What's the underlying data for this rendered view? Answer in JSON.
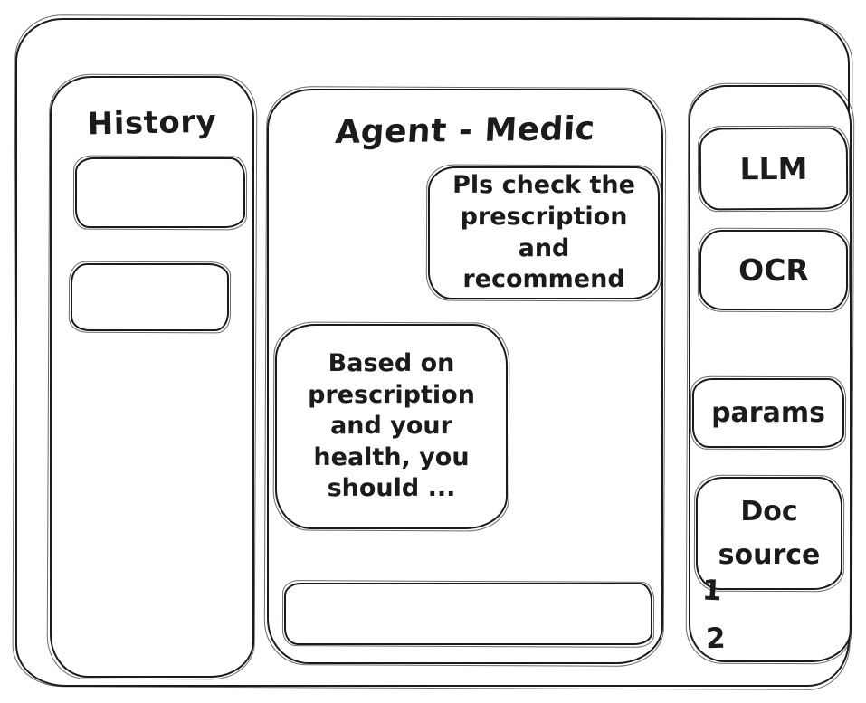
{
  "window": {
    "background": "#ffffff",
    "stroke_color": "#1b1b1b"
  },
  "history_panel": {
    "title": "History",
    "items": [
      {
        "label": ""
      },
      {
        "label": ""
      }
    ]
  },
  "chat_panel": {
    "title": "Agent - Medic",
    "messages": [
      {
        "role": "user",
        "text": "Pls check the\nprescription\nand recommend"
      },
      {
        "role": "assistant",
        "text": "Based on\nprescription\nand your\nhealth, you\nshould ..."
      }
    ],
    "input": {
      "value": "",
      "placeholder": ""
    }
  },
  "tools_panel": {
    "buttons": [
      {
        "label": "LLM"
      },
      {
        "label": "OCR"
      },
      {
        "label": "params"
      },
      {
        "label": "Doc source"
      }
    ],
    "doc_source_items": [
      "1",
      "2"
    ]
  }
}
